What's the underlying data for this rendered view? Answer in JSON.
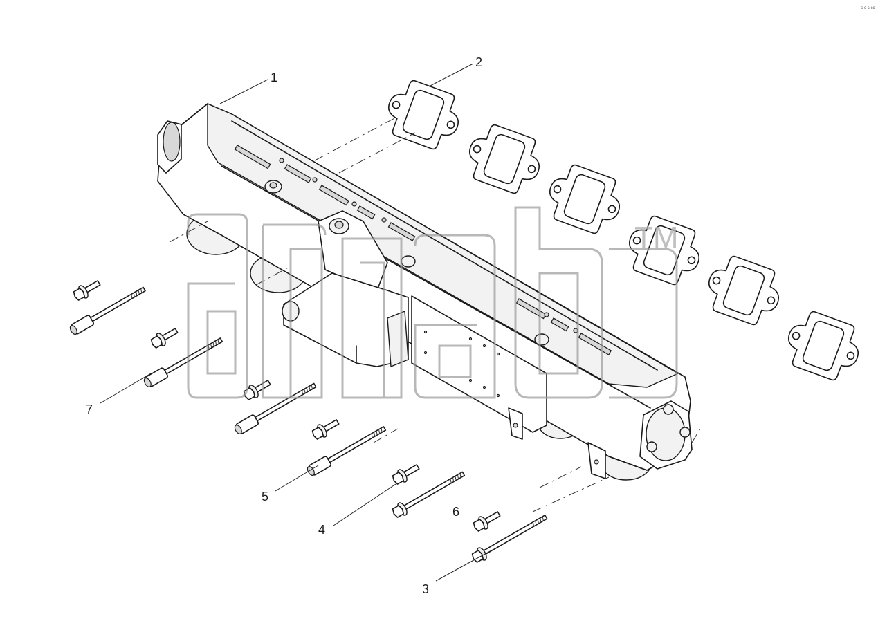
{
  "diagram": {
    "type": "exploded-parts-view",
    "callouts": [
      "1",
      "2",
      "3",
      "4",
      "5",
      "6",
      "7"
    ],
    "watermark": {
      "text": "znab",
      "mark": "TM"
    },
    "corner_mark": "c-c c-cc"
  }
}
